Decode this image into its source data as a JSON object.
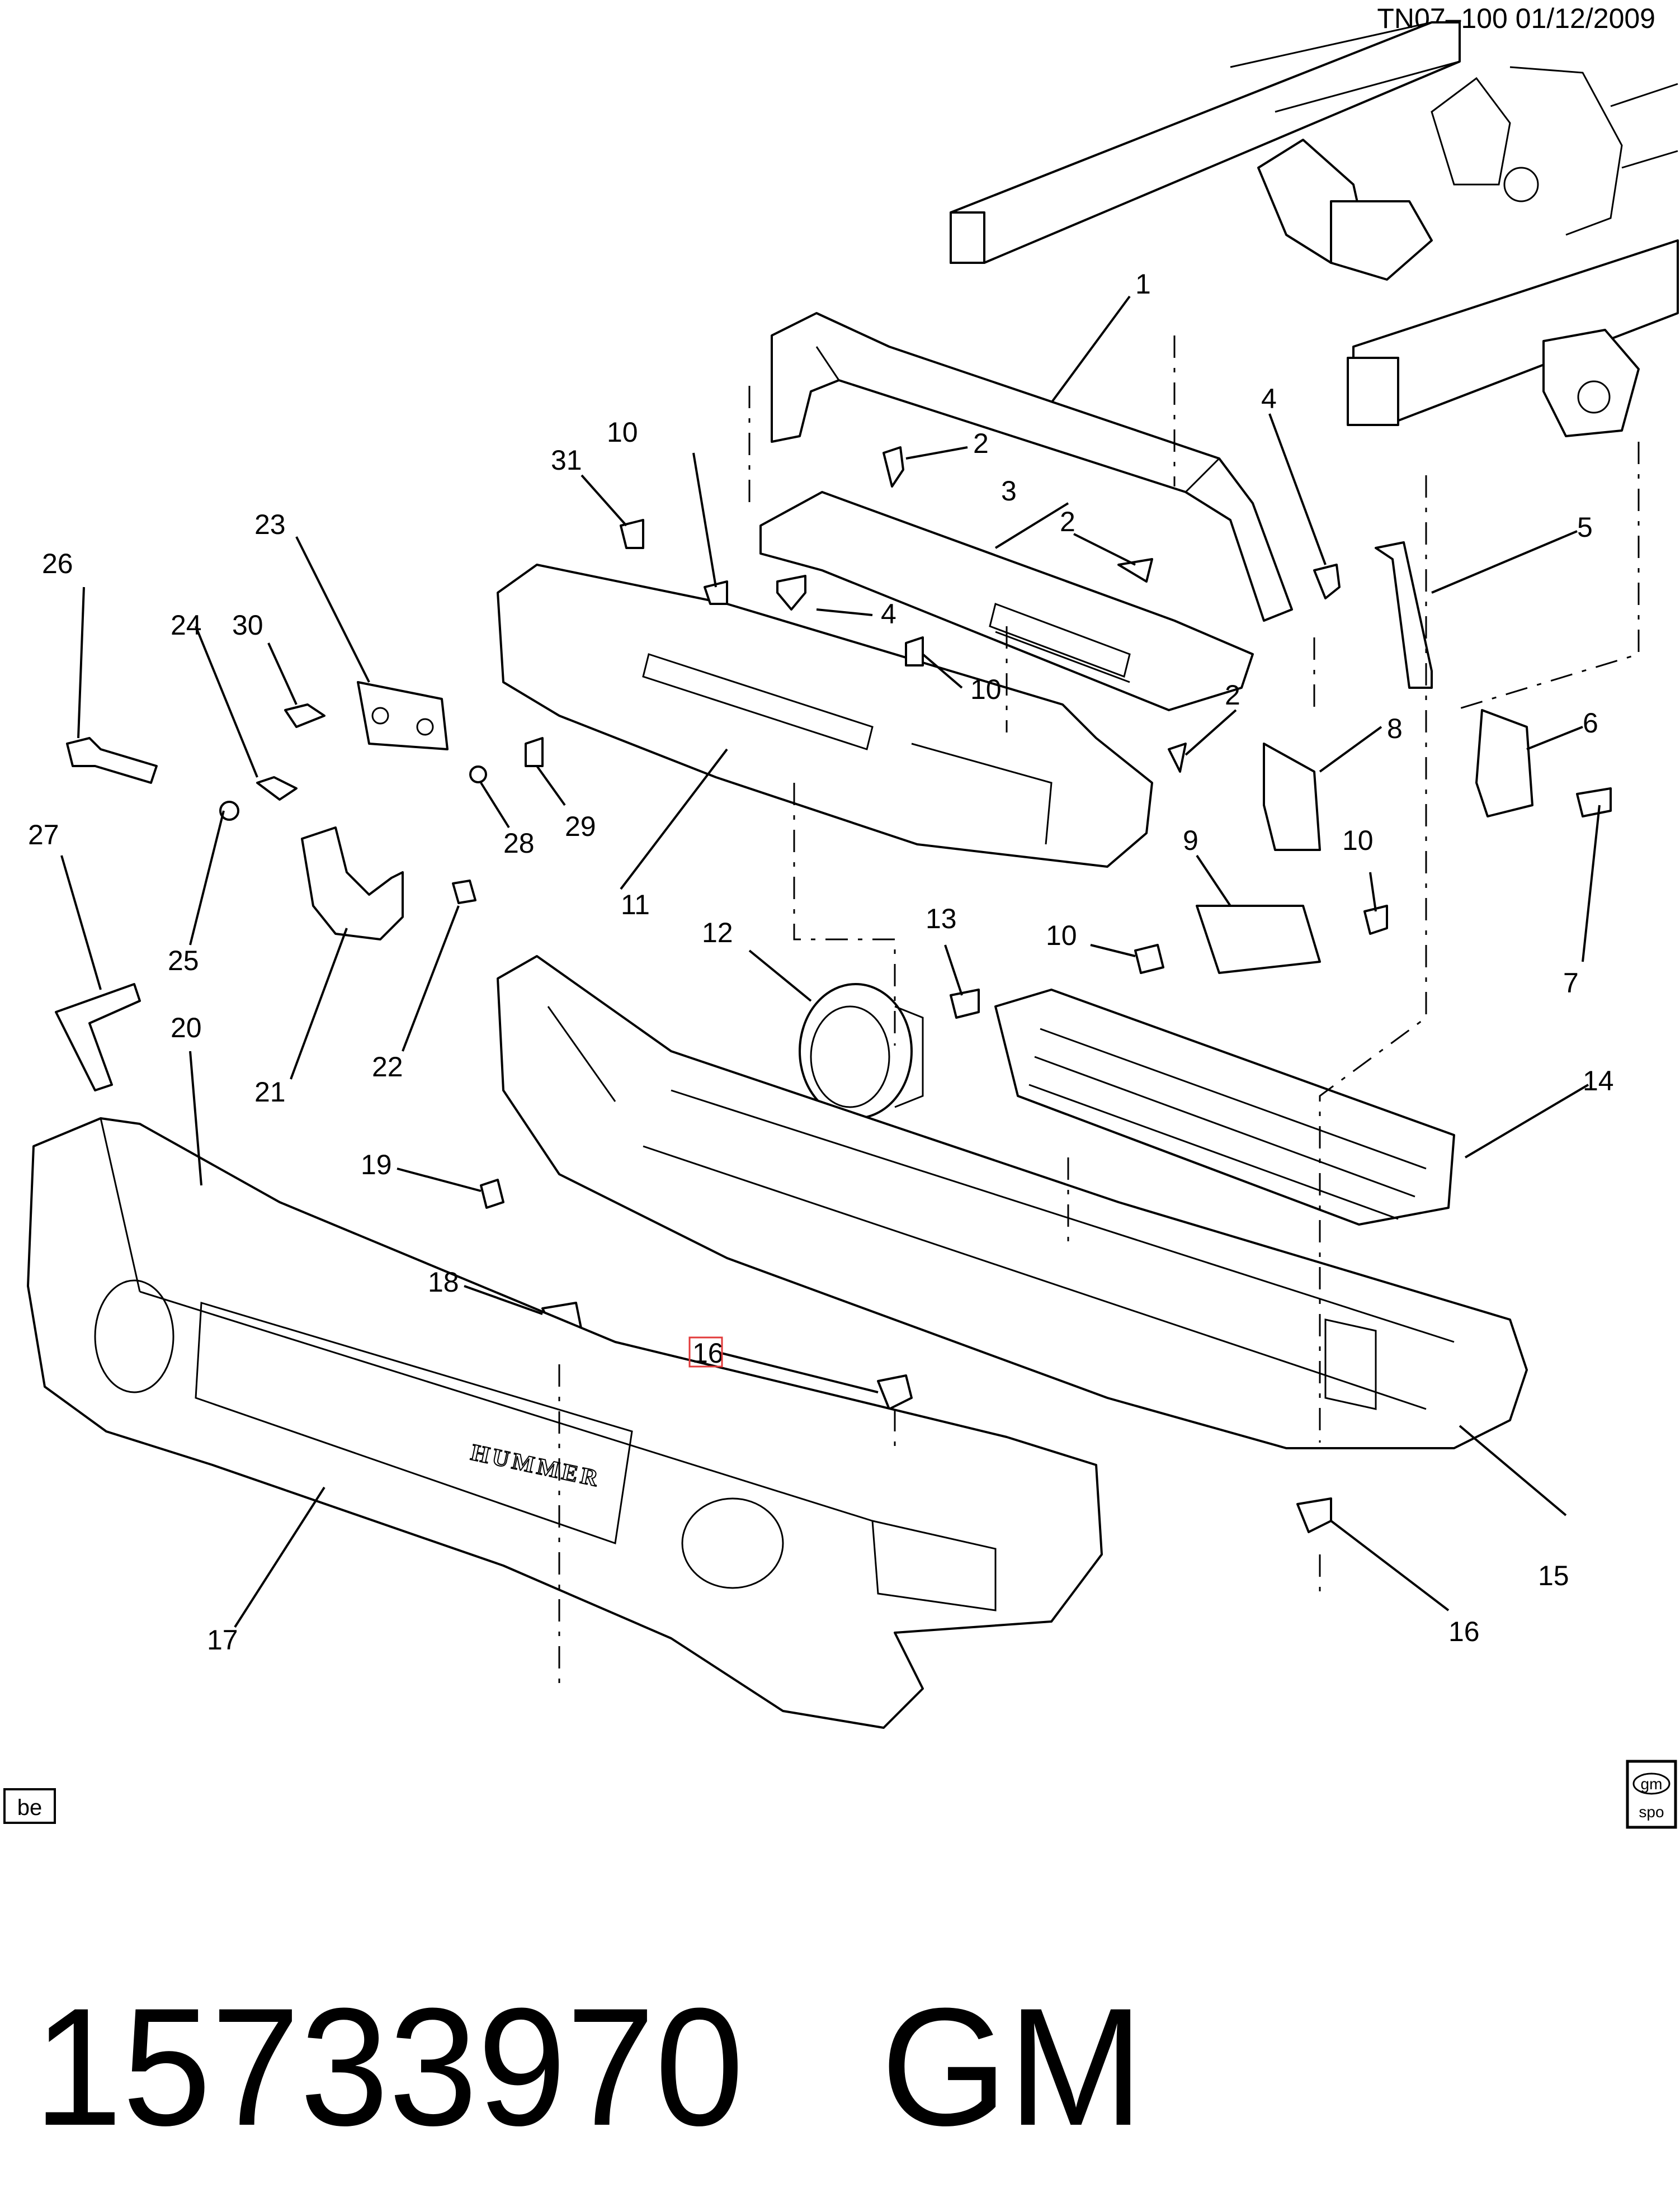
{
  "header": {
    "code": "TN07–100  01/12/2009"
  },
  "callouts": {
    "c1": "1",
    "c2a": "2",
    "c2b": "2",
    "c2c": "2",
    "c3": "3",
    "c4a": "4",
    "c4b": "4",
    "c5": "5",
    "c6": "6",
    "c7": "7",
    "c8": "8",
    "c9": "9",
    "c10a": "10",
    "c10b": "10",
    "c10c": "10",
    "c10d": "10",
    "c11": "11",
    "c12": "12",
    "c13": "13",
    "c14": "14",
    "c15": "15",
    "c16a": "16",
    "c16b": "16",
    "c17": "17",
    "c18": "18",
    "c19": "19",
    "c20": "20",
    "c21": "21",
    "c22": "22",
    "c23": "23",
    "c24": "24",
    "c25": "25",
    "c26": "26",
    "c27": "27",
    "c28": "28",
    "c29": "29",
    "c30": "30",
    "c31": "31"
  },
  "emblem_text": "HUMMER",
  "badge_left": "be",
  "badge_right": {
    "line1": "gm",
    "line2": "spo"
  },
  "part_number": "15733970",
  "manufacturer": "GM",
  "colors": {
    "highlight": "#e23a3a",
    "ink": "#000000"
  }
}
